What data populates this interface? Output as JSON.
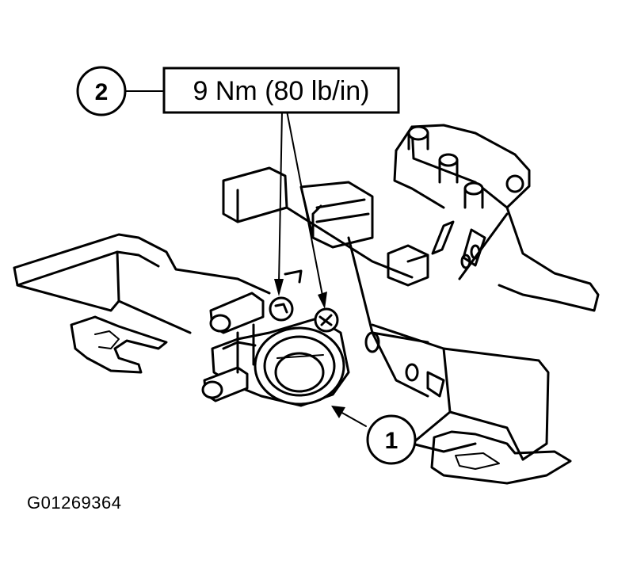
{
  "callouts": [
    {
      "id": "1",
      "label": "1"
    },
    {
      "id": "2",
      "label": "2"
    }
  ],
  "torque_spec": "9 Nm (80 lb/in)",
  "figure_id": "G01269364",
  "colors": {
    "ink": "#000000",
    "paper": "#ffffff"
  }
}
